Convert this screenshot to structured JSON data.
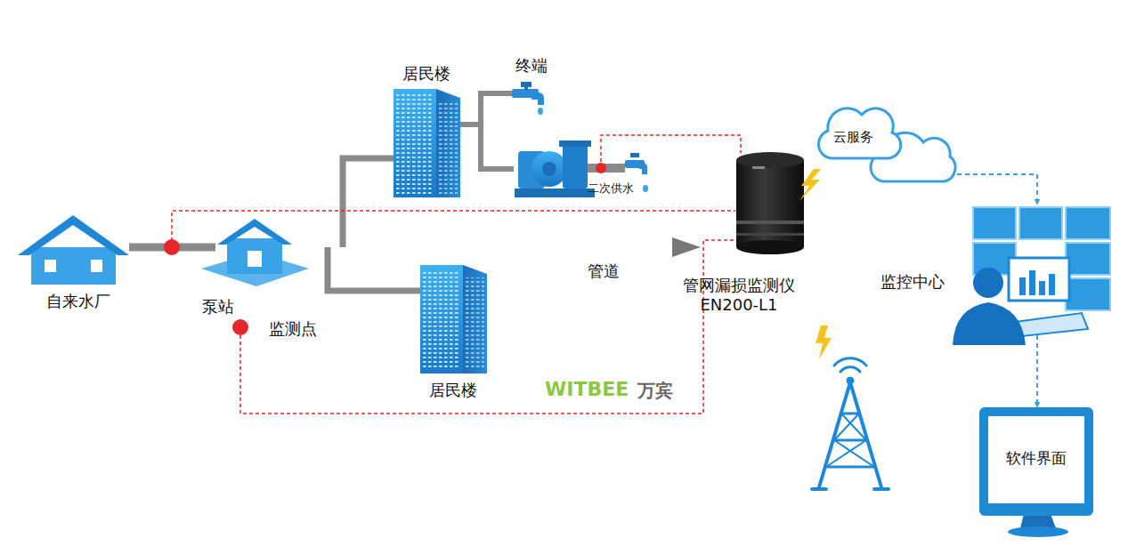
{
  "diagram": {
    "nodes": [
      {
        "text": [
          "自来水厂"
        ]
      },
      {
        "text": [
          "泵站"
        ]
      },
      {
        "text": [
          "居民楼"
        ]
      },
      {
        "text": [
          "终端"
        ]
      },
      {
        "text": [
          "二次供水"
        ]
      },
      {
        "text": [
          "监测点"
        ]
      },
      {
        "text": [
          "居民楼"
        ]
      },
      {
        "text": [
          "管网漏损监测仪 EN200-L1"
        ]
      },
      {
        "text": [
          "云服务"
        ]
      },
      {
        "text": [
          "监控中心"
        ]
      },
      {
        "text": [
          "软件界面"
        ]
      }
    ],
    "edges": [
      {
        "from": 0,
        "to": 1,
        "arrow": "none"
      },
      {
        "from": 2,
        "to": 3,
        "arrow": "none"
      },
      {
        "from": 2,
        "to": 4,
        "arrow": "none"
      },
      {
        "from": 4,
        "to": 7,
        "arrow": "none"
      },
      {
        "from": 5,
        "to": 7,
        "arrow": "none"
      },
      {
        "from": 8,
        "to": 9,
        "arrow": "to"
      },
      {
        "from": 9,
        "to": 10,
        "arrow": "to"
      }
    ],
    "labels": [
      "管道",
      "WITBEE",
      "万宾"
    ]
  }
}
